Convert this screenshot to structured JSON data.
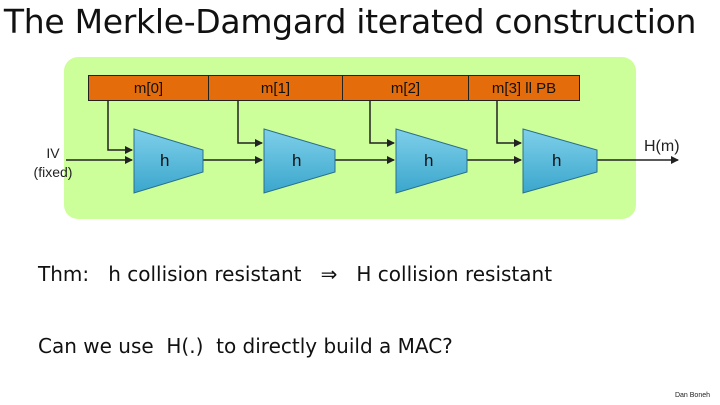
{
  "title": "The Merkle-Damgard iterated construction",
  "message_blocks": [
    "m[0]",
    "m[1]",
    "m[2]",
    "m[3]  ll  PB"
  ],
  "iv_label_line1": "IV",
  "iv_label_line2": "(fixed)",
  "compression_label": "h",
  "output_label": "H(m)",
  "theorem": {
    "prefix": "Thm:",
    "premise": "h collision resistant",
    "implies": "⇒",
    "conclusion": "H collision resistant"
  },
  "question": "Can we use  H(.)  to directly build a MAC?",
  "credit": "Dan Boneh",
  "colors": {
    "panel": "#ccff99",
    "block": "#e46c0a",
    "compression_fill": "#4fb8d9"
  }
}
